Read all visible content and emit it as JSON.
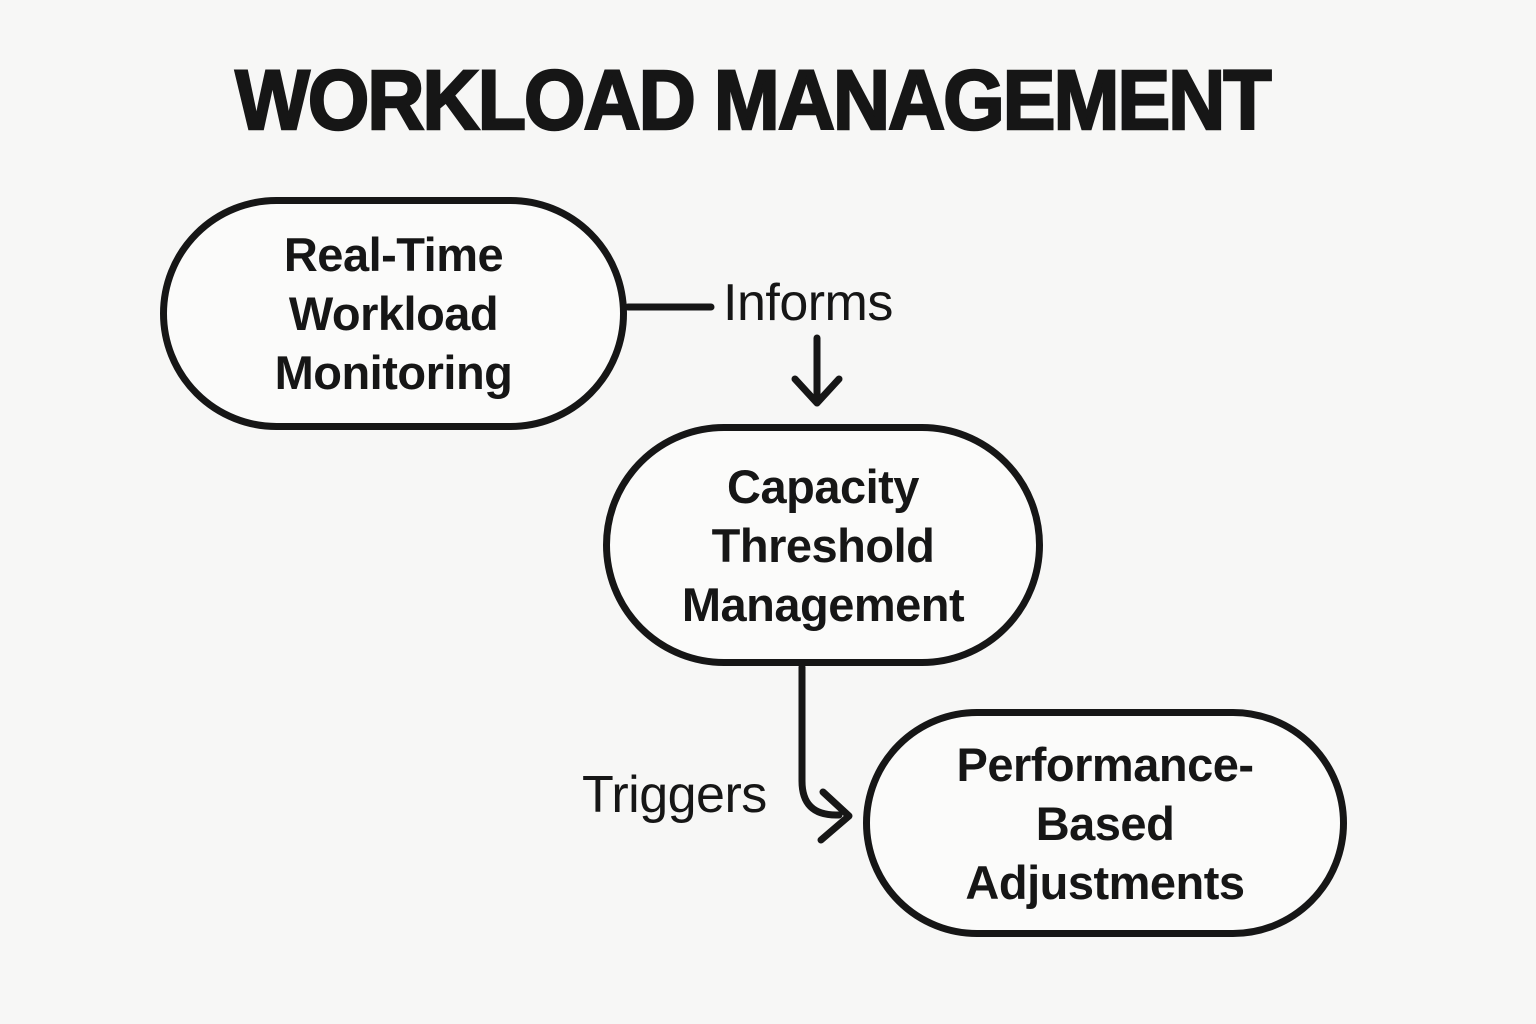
{
  "title": "WORKLOAD MANAGEMENT",
  "colors": {
    "background": "#f7f7f6",
    "ink": "#161616"
  },
  "nodes": [
    {
      "id": "real-time-workload-monitoring",
      "label": "Real-Time Workload Monitoring",
      "lines": [
        "Real-Time",
        "Workload",
        "Monitoring"
      ]
    },
    {
      "id": "capacity-threshold-management",
      "label": "Capacity Threshold Management",
      "lines": [
        "Capacity",
        "Threshold",
        "Management"
      ]
    },
    {
      "id": "performance-based-adjustments",
      "label": "Performance-Based Adjustments",
      "lines": [
        "Performance-",
        "Based",
        "Adjustments"
      ]
    }
  ],
  "edges": [
    {
      "label": "Informs",
      "from": "real-time-workload-monitoring",
      "to": "capacity-threshold-management"
    },
    {
      "label": "Triggers",
      "from": "capacity-threshold-management",
      "to": "performance-based-adjustments"
    }
  ]
}
